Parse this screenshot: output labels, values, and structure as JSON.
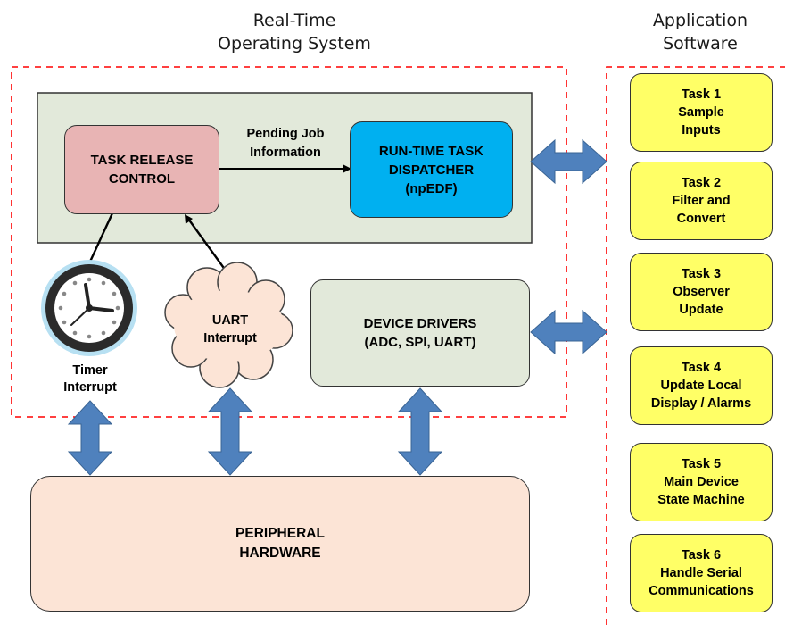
{
  "rtos_title": {
    "line1": "Real-Time",
    "line2": "Operating System"
  },
  "app_title": {
    "line1": "Application",
    "line2": "Software"
  },
  "task_release": {
    "line1": "TASK RELEASE",
    "line2": "CONTROL"
  },
  "pending_job": {
    "line1": "Pending Job",
    "line2": "Information"
  },
  "dispatcher": {
    "line1": "RUN-TIME TASK",
    "line2": "DISPATCHER",
    "line3": "(npEDF)"
  },
  "timer_interrupt": {
    "line1": "Timer",
    "line2": "Interrupt"
  },
  "uart_interrupt": {
    "line1": "UART",
    "line2": "Interrupt"
  },
  "device_drivers": {
    "line1": "DEVICE DRIVERS",
    "line2": "(ADC, SPI, UART)"
  },
  "peripheral": {
    "line1": "PERIPHERAL",
    "line2": "HARDWARE"
  },
  "tasks": [
    {
      "title": "Task 1",
      "line1": "Sample",
      "line2": "Inputs"
    },
    {
      "title": "Task 2",
      "line1": "Filter and",
      "line2": "Convert"
    },
    {
      "title": "Task 3",
      "line1": "Observer",
      "line2": "Update"
    },
    {
      "title": "Task 4",
      "line1": "Update Local",
      "line2": "Display / Alarms"
    },
    {
      "title": "Task 5",
      "line1": "Main Device",
      "line2": "State Machine"
    },
    {
      "title": "Task 6",
      "line1": "Handle Serial",
      "line2": "Communications"
    }
  ],
  "colors": {
    "rtos_panel": "#e2e9da",
    "task_release": "#e8b4b4",
    "dispatcher": "#00b0f0",
    "task_box": "#ffff66",
    "device_drivers": "#e2e9da",
    "peripheral": "#fce4d6",
    "uart_cloud": "#fce4d6",
    "arrows": "#4f81bd",
    "dashed_border": "#ff0000"
  },
  "icons": {
    "timer": "clock-icon",
    "uart": "cloud-icon"
  }
}
